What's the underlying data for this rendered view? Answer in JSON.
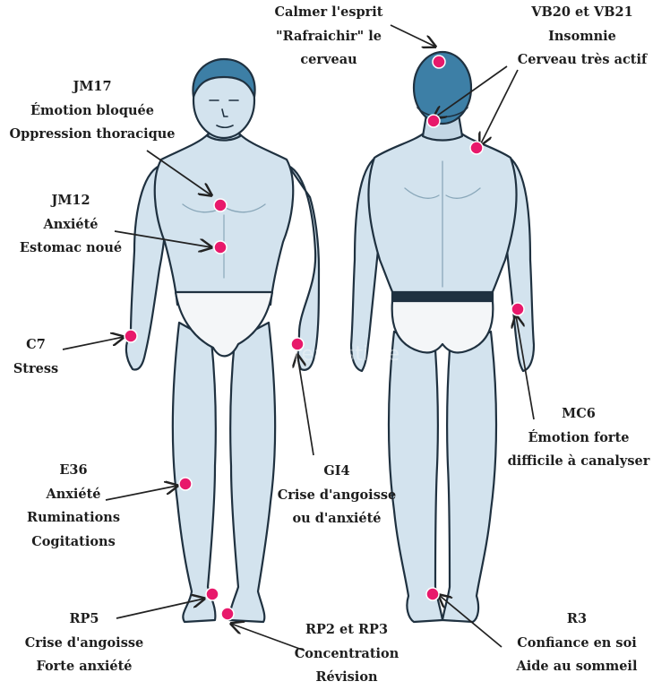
{
  "colors": {
    "skin": "#d3e3ee",
    "skin_shade": "#b2ccdc",
    "outline": "#1f3140",
    "hair": "#3d7fa6",
    "underwear": "#f4f6f8",
    "point": "#e8196b",
    "arrow": "#222222",
    "text": "#1e1e1e"
  },
  "watermark": "dreamstime",
  "labels": {
    "calmer": [
      "Calmer l'esprit",
      "\"Rafraichir\" le",
      "cerveau"
    ],
    "vb20": [
      "VB20 et VB21",
      "Insomnie",
      "Cerveau très actif"
    ],
    "jm17": [
      "JM17",
      "Émotion bloquée",
      "Oppression thoracique"
    ],
    "jm12": [
      "JM12",
      "Anxiété",
      "Estomac noué"
    ],
    "c7": [
      "C7",
      "Stress"
    ],
    "mc6": [
      "MC6",
      "Émotion forte",
      "difficile à canalyser"
    ],
    "e36": [
      "E36",
      "Anxiété",
      "Ruminations",
      "Cogitations"
    ],
    "gi4": [
      "GI4",
      "Crise d'angoisse",
      "ou d'anxiété"
    ],
    "rp5": [
      "RP5",
      "Crise d'angoisse",
      "Forte anxiété"
    ],
    "rp2": [
      "RP2 et RP3",
      "Concentration",
      "Révision"
    ],
    "r3": [
      "R3",
      "Confiance en soi",
      "Aide au sommeil"
    ]
  }
}
